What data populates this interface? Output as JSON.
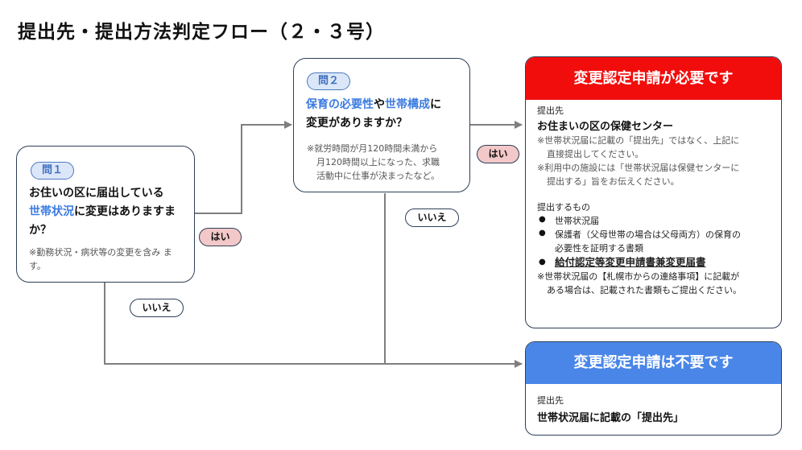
{
  "title": "提出先・提出方法判定フロー（２・３号）",
  "q1": {
    "badge": "問１",
    "line1": "お住いの区に届出している",
    "line2_blue": "世帯状況",
    "line2_rest": "に変更はありますま",
    "line3": "か？",
    "note": "※勤務状況・病状等の変更を含み ます。"
  },
  "q2": {
    "badge": "問２",
    "l1_blue1": "保育の必要性",
    "l1_mid": "や",
    "l1_blue2": "世帯構成",
    "l1_end": "に",
    "line2": "変更がありますか？",
    "note_lines": [
      "※就労時間が月120時間未満から",
      "月120時間以上になった、求職",
      "活動中に仕事が決まったなど。"
    ]
  },
  "labels": {
    "yes": "はい",
    "no": "いいえ"
  },
  "result_required": {
    "header": "変更認定申請が必要です",
    "header_color": "#f20d0d",
    "dest_label": "提出先",
    "dest": "お住まいの区の保健センター",
    "notes": [
      "※世帯状況届に記載の「提出先」ではなく、上記に",
      "直接提出してください。",
      "※利用中の施設には「世帯状況届は保健センターに",
      "提出する」旨をお伝えください。"
    ],
    "items_label": "提出するもの",
    "items": [
      "世帯状況届",
      "保護者（父母世帯の場合は父母両方）の保育の",
      "必要性を証明する書類",
      "給付認定等変更申請書兼変更届書"
    ],
    "footer_lines": [
      "※世帯状況届の【札幌市からの連絡事項】に記載が",
      "ある場合は、記載された書類もご提出ください。"
    ]
  },
  "result_not_required": {
    "header": "変更認定申請は不要です",
    "header_color": "#4a86e8",
    "dest_label": "提出先",
    "dest": "世帯状況届に記載の「提出先」"
  }
}
